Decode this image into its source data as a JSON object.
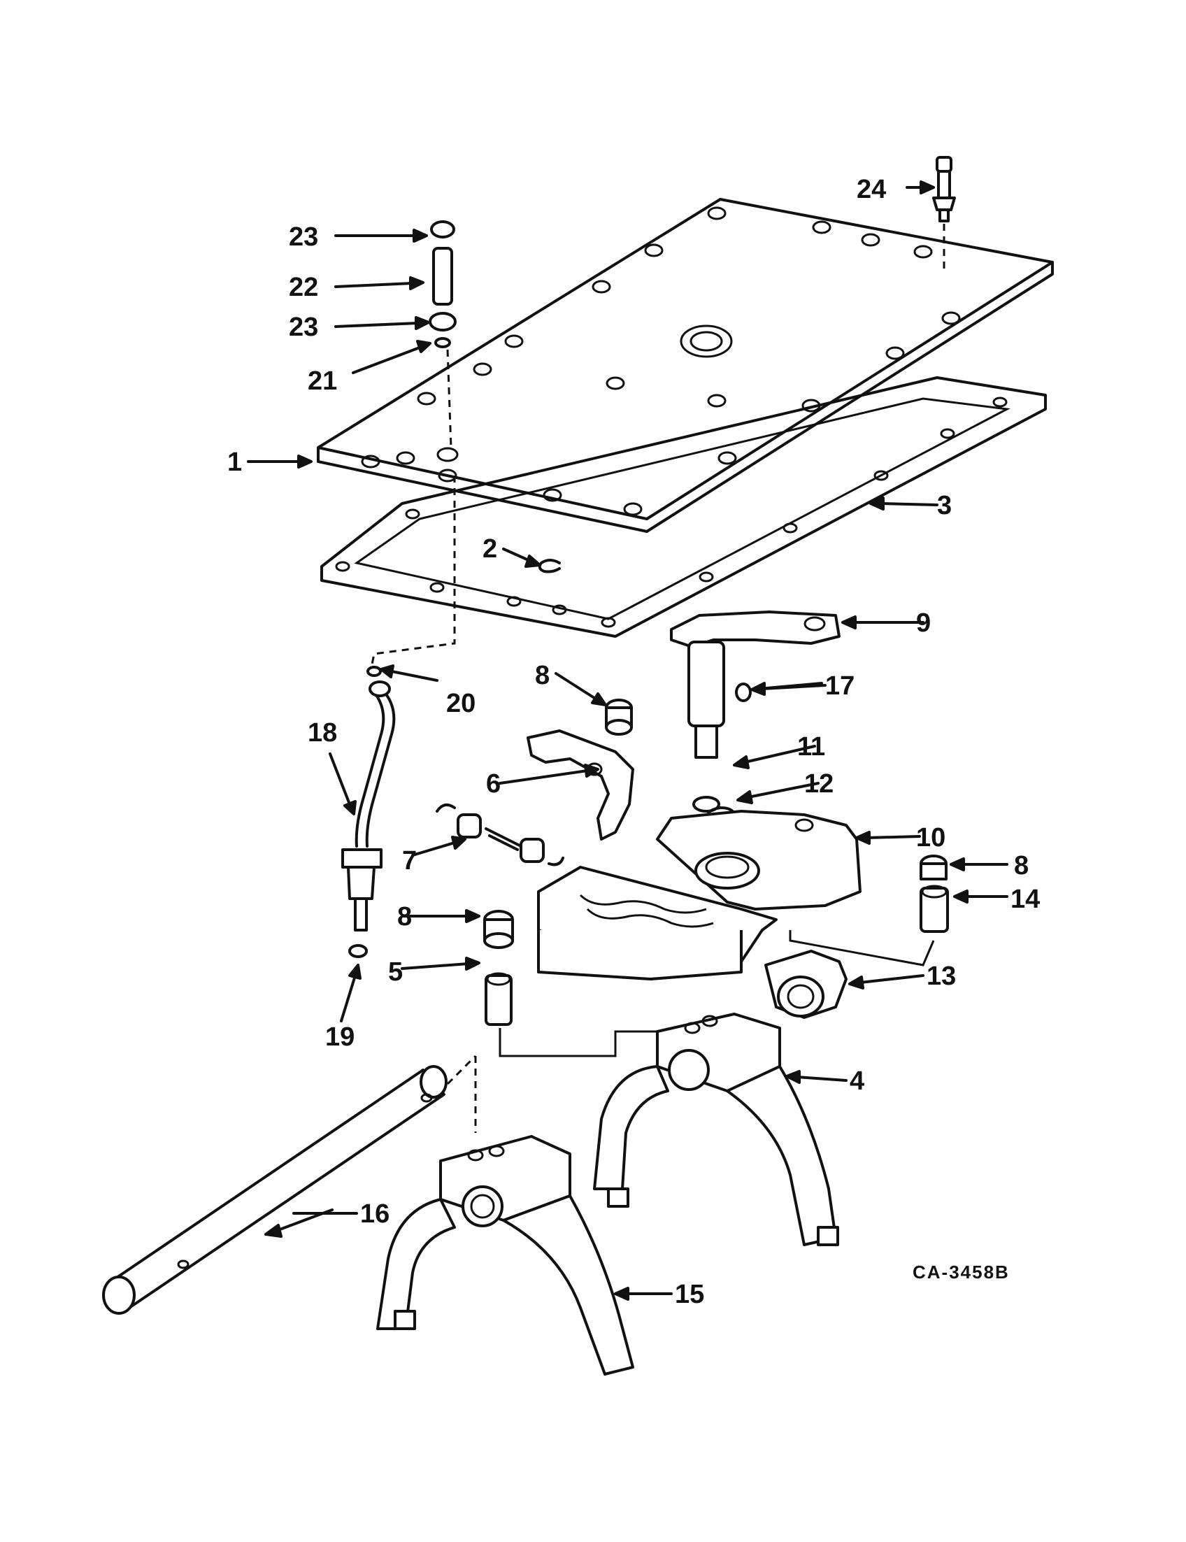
{
  "diagram": {
    "drawing_code": "CA-3458B",
    "callouts": [
      {
        "id": "c1",
        "text": "1"
      },
      {
        "id": "c2",
        "text": "2"
      },
      {
        "id": "c3",
        "text": "3"
      },
      {
        "id": "c4",
        "text": "4"
      },
      {
        "id": "c5",
        "text": "5"
      },
      {
        "id": "c6",
        "text": "6"
      },
      {
        "id": "c7",
        "text": "7"
      },
      {
        "id": "c8a",
        "text": "8"
      },
      {
        "id": "c8b",
        "text": "8"
      },
      {
        "id": "c8c",
        "text": "8"
      },
      {
        "id": "c9",
        "text": "9"
      },
      {
        "id": "c10",
        "text": "10"
      },
      {
        "id": "c11",
        "text": "11"
      },
      {
        "id": "c12",
        "text": "12"
      },
      {
        "id": "c13",
        "text": "13"
      },
      {
        "id": "c14",
        "text": "14"
      },
      {
        "id": "c15",
        "text": "15"
      },
      {
        "id": "c16",
        "text": "16"
      },
      {
        "id": "c17",
        "text": "17"
      },
      {
        "id": "c18",
        "text": "18"
      },
      {
        "id": "c19",
        "text": "19"
      },
      {
        "id": "c20",
        "text": "20"
      },
      {
        "id": "c21",
        "text": "21"
      },
      {
        "id": "c22",
        "text": "22"
      },
      {
        "id": "c23a",
        "text": "23"
      },
      {
        "id": "c23b",
        "text": "23"
      },
      {
        "id": "c24",
        "text": "24"
      }
    ]
  }
}
